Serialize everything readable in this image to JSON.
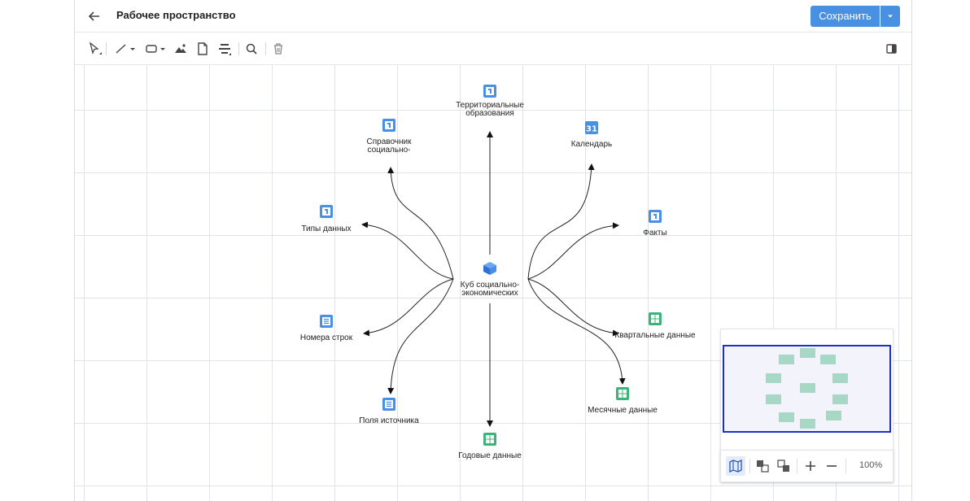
{
  "header": {
    "title": "Рабочее пространство",
    "save_label": "Сохранить"
  },
  "toolbar": {
    "tools": [
      "select-tool",
      "line-tool",
      "rectangle-tool",
      "image-tool",
      "document-tool",
      "align-tool",
      "search-tool",
      "delete-tool"
    ]
  },
  "diagram": {
    "center": {
      "label": "Куб социально-экономических",
      "icon": "cube-icon"
    },
    "nodes": {
      "territorial": "Территориальные образования",
      "calendar": "Календарь",
      "facts": "Факты",
      "quarterly": "Квартальные данные",
      "monthly": "Месячные данные",
      "yearly": "Годовые данные",
      "source_fields": "Поля источника",
      "row_numbers": "Номера строк",
      "data_types": "Типы данных",
      "social_ref": "Справочник социально-"
    }
  },
  "minimap": {
    "zoom": "100%"
  },
  "colors": {
    "accent": "#4a90e2",
    "dimension_icon": "#4a90e2",
    "table_icon": "#3db37a",
    "minimap_view": "#1c2ecc"
  }
}
